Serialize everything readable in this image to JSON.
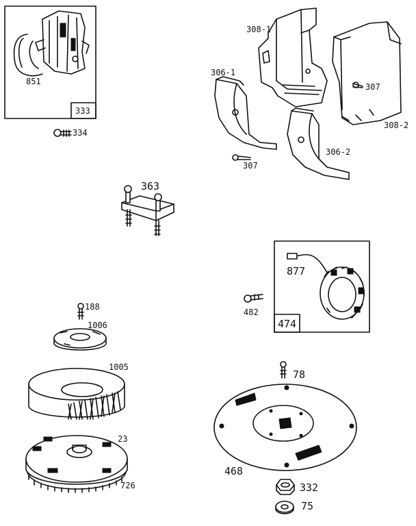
{
  "labels": {
    "p851": "851",
    "p333": "333",
    "p334": "334",
    "p308_1": "308-1",
    "p308_2": "308-2",
    "p306_1": "306-1",
    "p306_2": "306-2",
    "p307a": "307",
    "p307b": "307",
    "p363": "363",
    "p877": "877",
    "p474": "474",
    "p482": "482",
    "p188": "188",
    "p1006": "1006",
    "p1005": "1005",
    "p23": "23",
    "p726": "726",
    "p78": "78",
    "p468": "468",
    "p332": "332",
    "p75": "75"
  }
}
